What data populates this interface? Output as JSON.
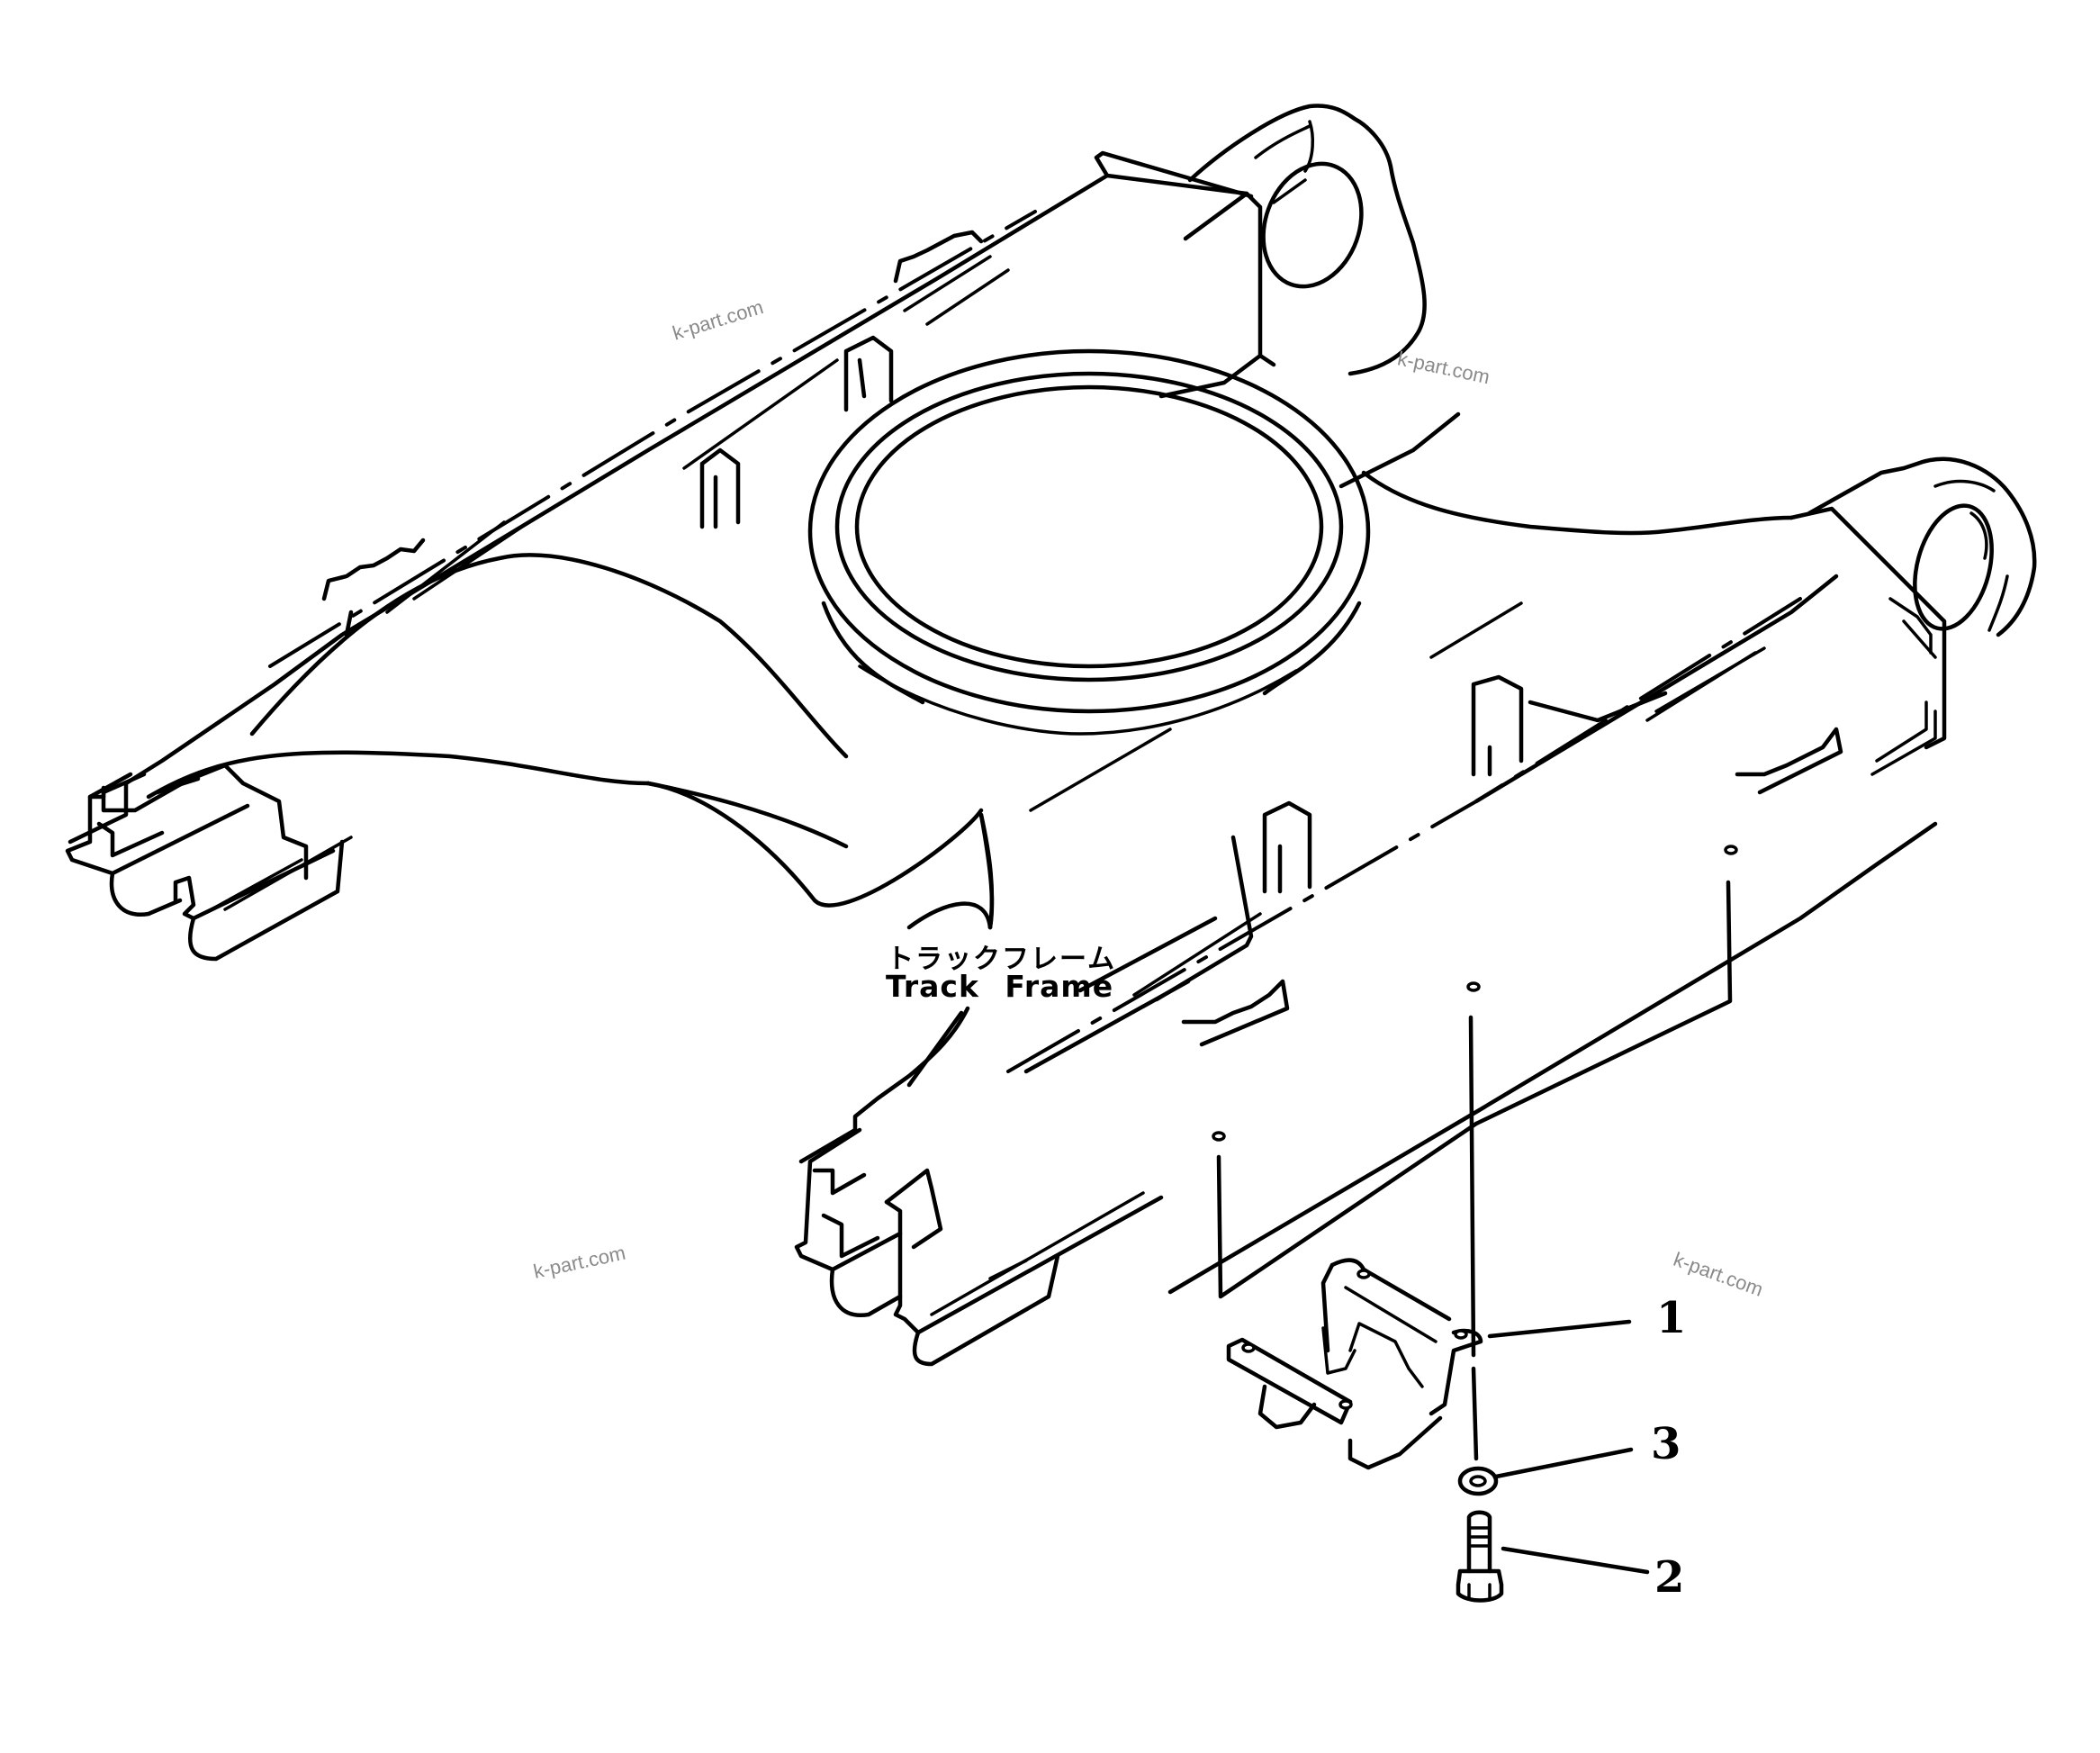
{
  "diagram": {
    "type": "exploded parts diagram",
    "subject": "Track Frame with mounting guard / bracket assembly"
  },
  "labels": {
    "track_frame_jp": "トラックフレーム",
    "track_frame_en": "Track Frame"
  },
  "callouts": [
    {
      "number": "1",
      "part": "bracket / guard"
    },
    {
      "number": "3",
      "part": "washer"
    },
    {
      "number": "2",
      "part": "bolt"
    }
  ],
  "watermarks": [
    {
      "text": "k-part.com",
      "position": "upper-left"
    },
    {
      "text": "k-part.com",
      "position": "upper-right"
    },
    {
      "text": "k-part.com",
      "position": "lower-left"
    },
    {
      "text": "k-part.com",
      "position": "lower-right"
    }
  ],
  "colors": {
    "line": "#000000",
    "background": "#ffffff",
    "watermark": "#8a8a8a"
  }
}
